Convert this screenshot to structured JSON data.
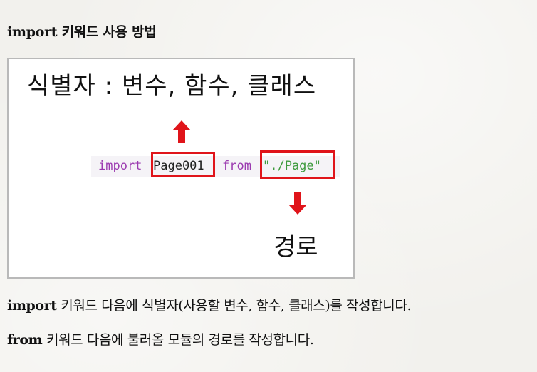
{
  "heading": "import 키워드 사용 방법",
  "figure": {
    "top_caption": "식별자 : 변수, 함수, 클래스",
    "code": {
      "import_kw": "import",
      "identifier": "Page001",
      "from_kw": "from",
      "path": "\"./Page\""
    },
    "bottom_caption": "경로",
    "colors": {
      "keyword": "#9b3bb0",
      "string": "#3e9a3e",
      "highlight_box": "#e0141a",
      "arrow": "#e0141a"
    }
  },
  "paragraphs": [
    {
      "keyword": "import",
      "text": " 키워드 다음에 식별자(사용할 변수, 함수, 클래스)를 작성합니다."
    },
    {
      "keyword": "from",
      "text": " 키워드 다음에 불러올 모듈의 경로를 작성합니다."
    }
  ]
}
